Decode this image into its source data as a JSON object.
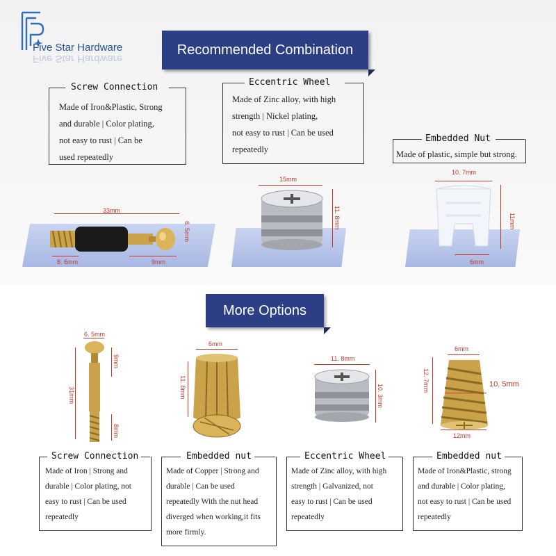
{
  "brand": {
    "name": "Five Star Hardware"
  },
  "banners": {
    "recommended": "Recommended Combination",
    "more": "More Options"
  },
  "recommended": [
    {
      "title": "Screw Connection",
      "text": [
        "Made of Iron&Plastic, Strong",
        "and durable | Color plating,",
        "not easy to rust | Can be",
        "used repeatedly"
      ],
      "dims": {
        "length": "33mm",
        "head": "6. 5mm",
        "thread": "8. 6mm",
        "neck": "9mm"
      }
    },
    {
      "title": "Eccentric Wheel",
      "text": [
        "Made of Zinc alloy, with high",
        "strength  | Nickel plating,",
        "not easy to rust | Can be used",
        "repeatedly"
      ],
      "dims": {
        "width": "15mm",
        "height": "11. 8mm"
      }
    },
    {
      "title": "Embedded Nut",
      "text": [
        "Made of plastic, simple but strong."
      ],
      "dims": {
        "width": "10. 7mm",
        "height": "11mm",
        "bottom": "6mm"
      }
    }
  ],
  "options": [
    {
      "title": "Screw Connection",
      "text": [
        "Made of Iron  | Strong and",
        "durable | Color plating, not",
        "easy to rust | Can be used",
        "repeatedly"
      ],
      "dims": {
        "head": "6. 5mm",
        "neck": "9mm",
        "length": "31mm",
        "thread": "8mm"
      }
    },
    {
      "title": "Embedded nut",
      "text": [
        "Made of Copper  | Strong and",
        "durable | Can be used",
        "repeatedly  With the nut head",
        "diverged when working,it fits",
        "more firmly."
      ],
      "dims": {
        "width": "6mm",
        "height": "11. 8mm"
      }
    },
    {
      "title": "Eccentric Wheel",
      "text": [
        "Made of Zinc alloy, with high",
        "strength | Galvanized, not",
        "easy to rust |  Can be used",
        "repeatedly"
      ],
      "dims": {
        "width": "11. 8mm",
        "height": "10. 3mm"
      }
    },
    {
      "title": "Embedded nut",
      "text": [
        "Made of Iron&Plastic, strong",
        "and durable | Color plating,",
        "not easy to rust | Can be used",
        "repeatedly"
      ],
      "dims": {
        "top": "6mm",
        "height": "12. 7mm",
        "mid": "10. 5mm",
        "bottom": "12mm"
      }
    }
  ],
  "colors": {
    "banner": "#2b3e86",
    "dimension": "#c0392b",
    "brass": "#c9a24a",
    "platform": "#b3c1ea"
  }
}
